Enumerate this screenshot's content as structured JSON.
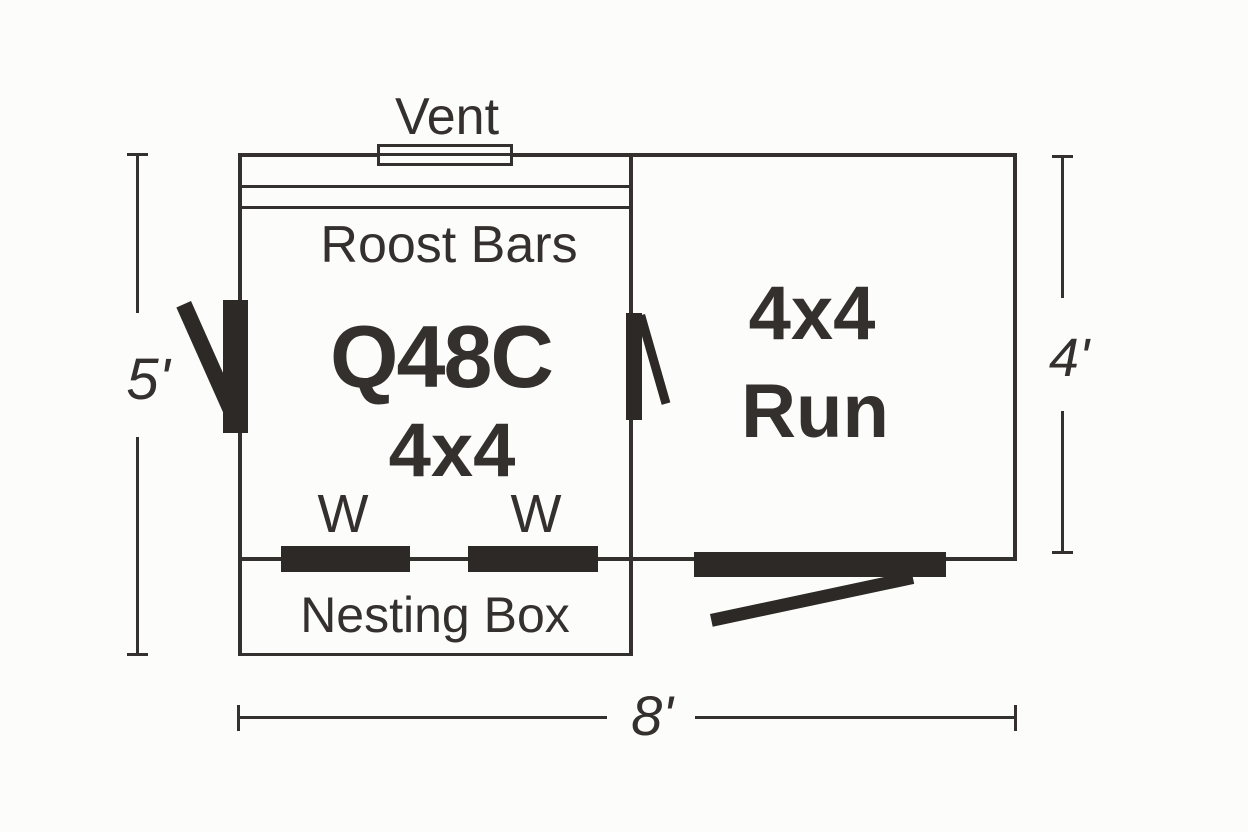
{
  "diagram": {
    "type": "chicken-coop-floor-plan",
    "labels": {
      "vent": "Vent",
      "roost_bars": "Roost Bars",
      "coop_model": "Q48C",
      "coop_size": "4x4",
      "nesting_box": "Nesting Box",
      "run_size": "4x4",
      "run_name": "Run"
    },
    "windows": [
      "W",
      "W"
    ],
    "dimensions": {
      "left_height": "5'",
      "right_height": "4'",
      "bottom_width": "8'"
    },
    "colors": {
      "line": "#34302d",
      "solid_fill": "#2d2926",
      "background": "#fcfcfa",
      "text": "#34302d"
    }
  }
}
